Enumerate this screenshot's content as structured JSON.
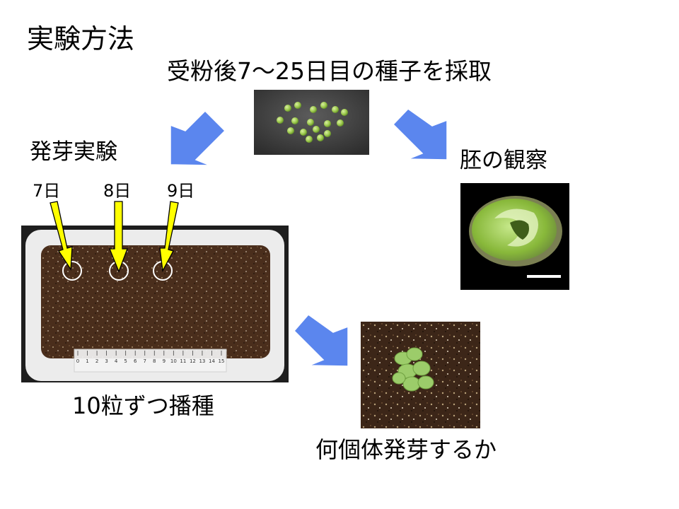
{
  "title": "実験方法",
  "subtitle": "受粉後7～25日目の種子を採取",
  "germination_label": "発芽実験",
  "embryo_label": "胚の観察",
  "days": [
    "7日",
    "8日",
    "9日"
  ],
  "sowing_label": "10粒ずつ播種",
  "count_question": "何個体発芽するか",
  "ruler_ticks": [
    "0",
    "1",
    "2",
    "3",
    "4",
    "5",
    "6",
    "7",
    "8",
    "9",
    "10",
    "11",
    "12",
    "13",
    "14",
    "15"
  ],
  "colors": {
    "arrow_blue": "#5b86ee",
    "arrow_yellow": "#ffff00",
    "soil": "#4a2e1c",
    "seed_green": "#9cc84c"
  }
}
